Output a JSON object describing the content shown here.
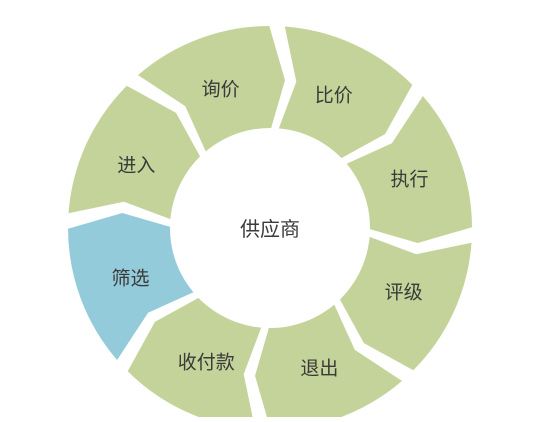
{
  "diagram": {
    "center_label": "供应商",
    "stages": [
      {
        "id": "enter",
        "label": "进入",
        "highlighted": false
      },
      {
        "id": "inquiry",
        "label": "询价",
        "highlighted": false
      },
      {
        "id": "compare",
        "label": "比价",
        "highlighted": false
      },
      {
        "id": "execute",
        "label": "执行",
        "highlighted": false
      },
      {
        "id": "evaluate",
        "label": "评级",
        "highlighted": false
      },
      {
        "id": "exit",
        "label": "退出",
        "highlighted": false
      },
      {
        "id": "payment",
        "label": "收付款",
        "highlighted": false
      },
      {
        "id": "screen",
        "label": "筛选",
        "highlighted": true
      }
    ],
    "colors": {
      "segment": "#c4d39a",
      "segment_highlight": "#94cbdb",
      "center": "#ffffff",
      "text": "#3a3a3a"
    }
  }
}
